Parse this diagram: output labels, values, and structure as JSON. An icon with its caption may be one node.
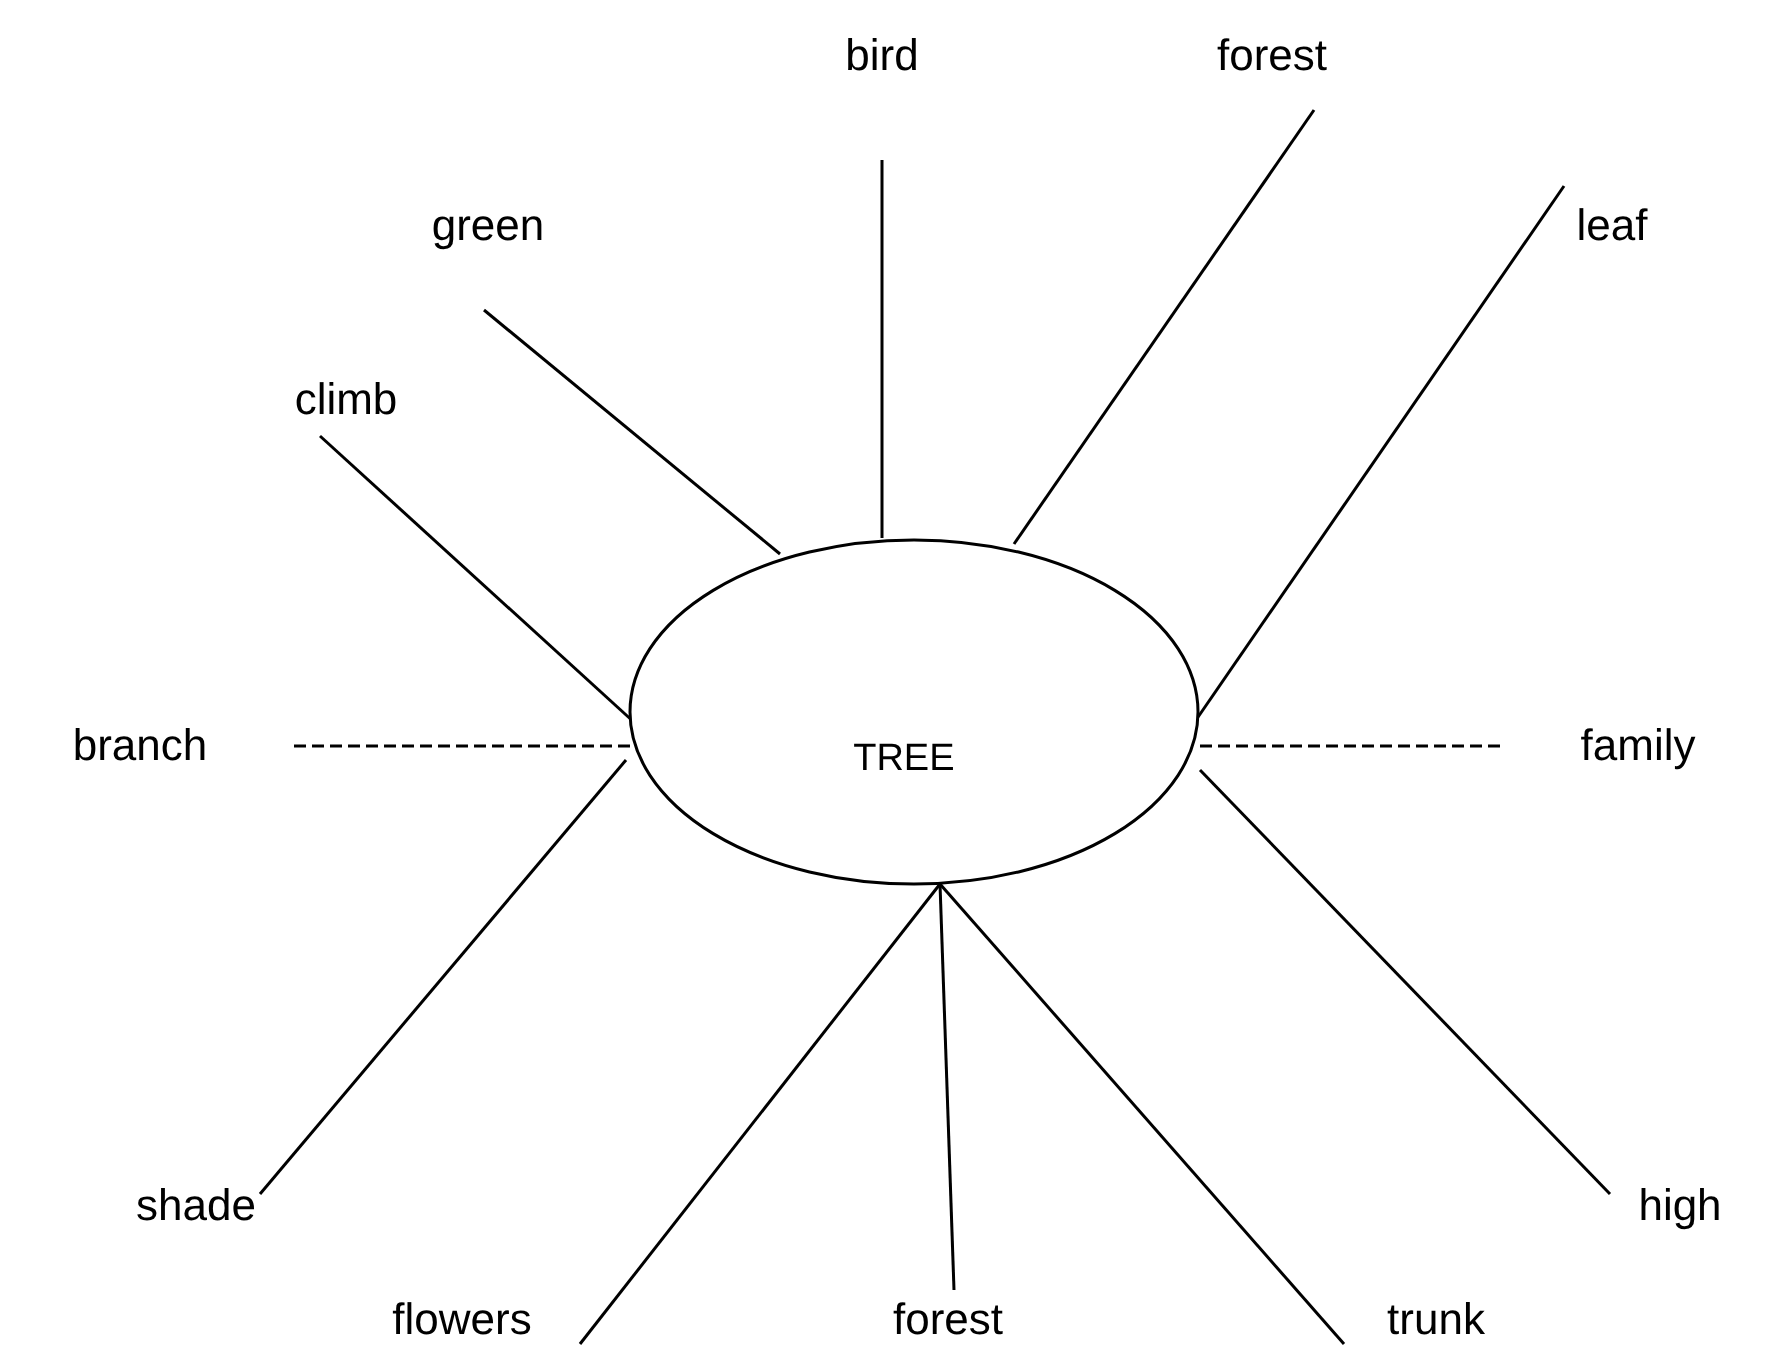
{
  "diagram": {
    "nodes": [
      {
        "text": [
          "TREE"
        ]
      },
      {
        "text": [
          "bird"
        ]
      },
      {
        "text": [
          "forest"
        ]
      },
      {
        "text": [
          "green"
        ]
      },
      {
        "text": [
          "leaf"
        ]
      },
      {
        "text": [
          "climb"
        ]
      },
      {
        "text": [
          "branch"
        ]
      },
      {
        "text": [
          "family"
        ]
      },
      {
        "text": [
          "shade"
        ]
      },
      {
        "text": [
          "high"
        ]
      },
      {
        "text": [
          "flowers"
        ]
      },
      {
        "text": [
          "forest"
        ]
      },
      {
        "text": [
          "trunk"
        ]
      }
    ],
    "edges": [
      {
        "from": 0,
        "to": 1,
        "arrow": "none"
      },
      {
        "from": 0,
        "to": 2,
        "arrow": "none"
      },
      {
        "from": 0,
        "to": 3,
        "arrow": "none"
      },
      {
        "from": 0,
        "to": 4,
        "arrow": "none"
      },
      {
        "from": 0,
        "to": 5,
        "arrow": "none"
      },
      {
        "from": 0,
        "to": 6,
        "arrow": "none",
        "style": "dashed"
      },
      {
        "from": 0,
        "to": 7,
        "arrow": "none",
        "style": "dashed"
      },
      {
        "from": 0,
        "to": 8,
        "arrow": "none"
      },
      {
        "from": 0,
        "to": 9,
        "arrow": "none"
      },
      {
        "from": 0,
        "to": 10,
        "arrow": "none"
      },
      {
        "from": 0,
        "to": 11,
        "arrow": "none"
      },
      {
        "from": 0,
        "to": 12,
        "arrow": "none"
      }
    ]
  }
}
